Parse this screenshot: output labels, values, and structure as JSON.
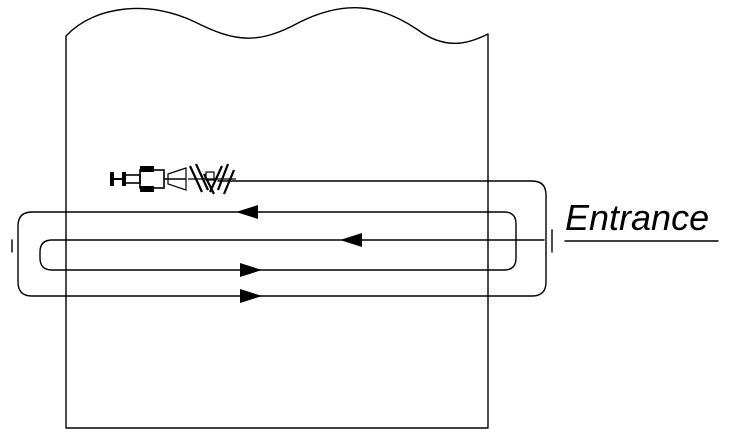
{
  "diagram": {
    "entrance_label": "Entrance",
    "line_color": "#000000",
    "background_color": "#ffffff",
    "vehicle_icon": "tractor-with-disc-harrow-icon",
    "pass_directions": [
      "left",
      "left",
      "right",
      "right"
    ]
  }
}
